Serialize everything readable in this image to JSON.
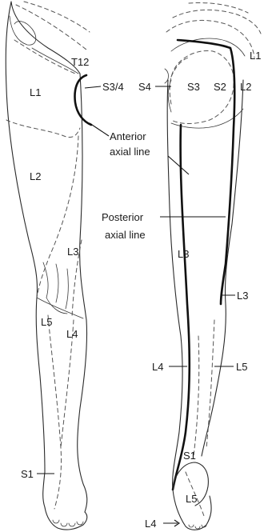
{
  "labels": {
    "t12": "T12",
    "l1_front": "L1",
    "s3_4": "S3/4",
    "l2_front": "L2",
    "anterior_axial_line": [
      "Anterior",
      "axial line"
    ],
    "posterior_axial_line": [
      "Posterior",
      "axial line"
    ],
    "l3_front": "L3",
    "l5_front": "L5",
    "l4_front": "L4",
    "s1_front": "S1",
    "l1_back": "L1",
    "s4": "S4",
    "s3_back": "S3",
    "s2": "S2",
    "l2_back": "L2",
    "l3_back_thigh": "L3",
    "l3_back_calf": "L3",
    "l4_back": "L4",
    "l5_back": "L5",
    "s1_back": "S1",
    "l5_foot": "L5",
    "l4_foot": "L4"
  }
}
